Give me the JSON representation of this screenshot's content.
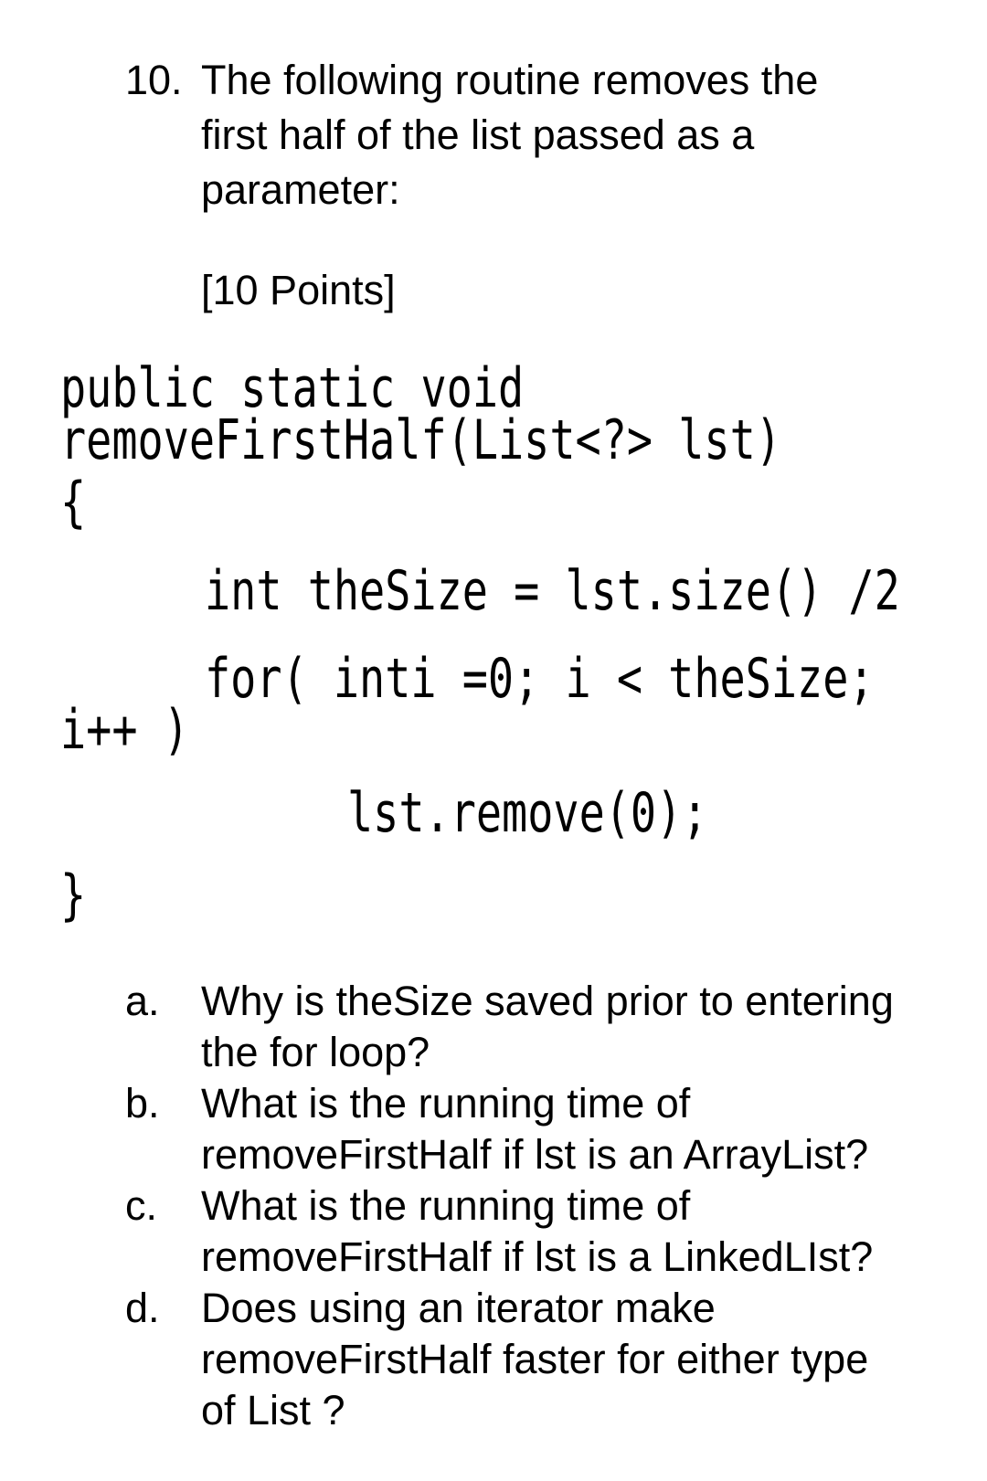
{
  "page": {
    "background_color": "#ffffff",
    "text_color": "#000000"
  },
  "document": {
    "question_number": "10.",
    "intro_lines": [
      "The following routine removes the",
      "first half of the list passed as a",
      "parameter:"
    ],
    "points_label": "[10 Points]",
    "code_lines": [
      {
        "text": "public static void"
      },
      {
        "text": "removeFirstHalf(List<?> lst)"
      },
      {
        "text": "{"
      },
      {
        "text": "int theSize = lst.size() /2"
      },
      {
        "text": "for( inti =0; i < theSize;"
      },
      {
        "text": "i++ )"
      },
      {
        "text": "lst.remove(0);"
      },
      {
        "text": "}"
      }
    ],
    "questions": [
      {
        "label": "a.",
        "lines": [
          "Why is theSize saved prior to entering",
          "the for loop?"
        ]
      },
      {
        "label": "b.",
        "lines": [
          "What is the running time of",
          "removeFirstHalf if lst is an ArrayList?"
        ]
      },
      {
        "label": "c.",
        "lines": [
          "What is the running time of",
          "removeFirstHalf if lst is a LinkedLIst?"
        ]
      },
      {
        "label": "d.",
        "lines": [
          "Does using an iterator make",
          "removeFirstHalf faster for either type",
          "of List ?"
        ]
      }
    ]
  }
}
